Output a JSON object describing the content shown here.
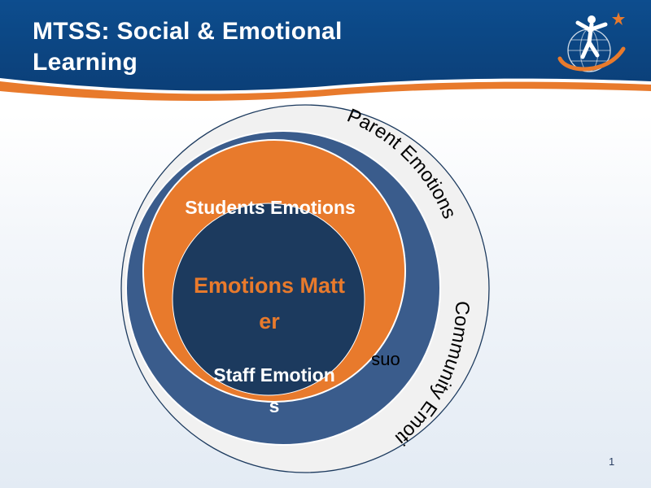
{
  "slide": {
    "title_line1": "MTSS: Social & Emotional",
    "title_line2": "Learning",
    "page_number": "1"
  },
  "logo": {
    "icon": "figure-with-globe-and-star-logo"
  },
  "diagram": {
    "center_line1": "Emotions Matt",
    "center_line2": "er",
    "ring1_label": "Students Emotions",
    "staff_line1": "Staff Emotion",
    "staff_line2": "s",
    "parent_label": "Parent Emotions",
    "community_label": "Community Emoti",
    "community_wrap": "ons"
  },
  "colors": {
    "header_blue": "#0f5394",
    "accent_orange": "#e87a2c",
    "core_navy": "#1c3a5e",
    "ring_blue": "#3a5c8c",
    "outer_gray": "#f1f1f1"
  }
}
